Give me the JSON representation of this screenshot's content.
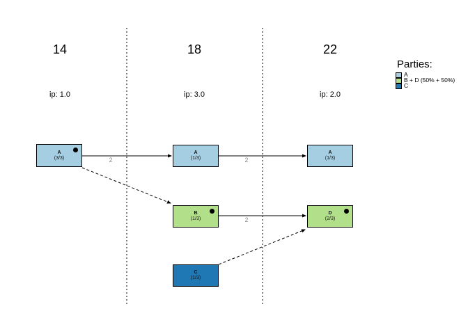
{
  "diagram": {
    "columns": [
      {
        "period": "14",
        "ip": "ip: 1.0"
      },
      {
        "period": "18",
        "ip": "ip: 3.0"
      },
      {
        "period": "22",
        "ip": "ip: 2.0"
      }
    ],
    "nodes": [
      {
        "party": "A",
        "share": "(3/3)",
        "color": "#A6CEE3",
        "period": "14",
        "dot": true
      },
      {
        "party": "A",
        "share": "(1/3)",
        "color": "#A6CEE3",
        "period": "18",
        "dot": false
      },
      {
        "party": "A",
        "share": "(1/3)",
        "color": "#A6CEE3",
        "period": "22",
        "dot": false
      },
      {
        "party": "B",
        "share": "(1/3)",
        "color": "#B2DF8A",
        "period": "18",
        "dot": true
      },
      {
        "party": "D",
        "share": "(2/3)",
        "color": "#B2DF8A",
        "period": "22",
        "dot": true
      },
      {
        "party": "C",
        "share": "(1/3)",
        "color": "#1F78B4",
        "period": "18",
        "dot": false
      }
    ],
    "edges": [
      {
        "from": "A-14",
        "to": "A-18",
        "label": "2",
        "style": "solid"
      },
      {
        "from": "A-18",
        "to": "A-22",
        "label": "2",
        "style": "solid"
      },
      {
        "from": "B-18",
        "to": "D-22",
        "label": "2",
        "style": "solid"
      },
      {
        "from": "A-14",
        "to": "B-18",
        "label": "",
        "style": "dashed"
      },
      {
        "from": "C-18",
        "to": "D-22",
        "label": "",
        "style": "dashed"
      }
    ],
    "legend": {
      "title": "Parties:",
      "items": [
        {
          "label": "A",
          "color": "#A6CEE3"
        },
        {
          "label": "B + D (50% + 50%)",
          "color": "#B2DF8A"
        },
        {
          "label": "C",
          "color": "#1F78B4"
        }
      ]
    }
  }
}
